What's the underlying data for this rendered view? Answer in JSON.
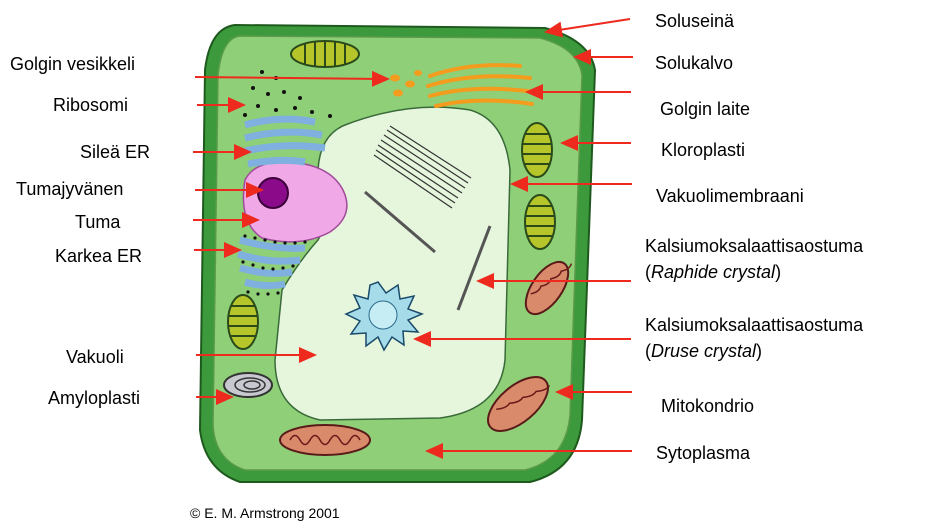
{
  "labels_left": {
    "golgin_vesikkeli": "Golgin vesikkeli",
    "ribosomi": "Ribosomi",
    "silea_er": "Sileä ER",
    "tumajyvanen": "Tumajyvänen",
    "tuma": "Tuma",
    "karkea_er": "Karkea ER",
    "vakuoli": "Vakuoli",
    "amyloplasti": "Amyloplasti"
  },
  "labels_right": {
    "soluseina": "Soluseinä",
    "solukalvo": "Solukalvo",
    "golgin_laite": "Golgin laite",
    "kloroplasti": "Kloroplasti",
    "vakuolimembraani": "Vakuolimembraani",
    "raphide_main": "Kalsiumoksalaattisaostuma",
    "raphide_open": "(",
    "raphide_italic": "Raphide crystal",
    "raphide_close": ")",
    "druse_main": "Kalsiumoksalaattisaostuma",
    "druse_open": "(",
    "druse_italic": "Druse crystal",
    "druse_close": ")",
    "mitokondrio": "Mitokondrio",
    "sytoplasma": "Sytoplasma"
  },
  "copyright": "© E. M. Armstrong 2001",
  "colors": {
    "arrow": "#ee2a1e",
    "cell_wall": "#3c9a3c",
    "cytoplasm": "#8fcf77",
    "vacuole": "#e6f6dc",
    "nucleus": "#f0a8e6",
    "nucleolus": "#8a0a8a",
    "er": "#7fb0e0",
    "golgi": "#f39c1e"
  }
}
